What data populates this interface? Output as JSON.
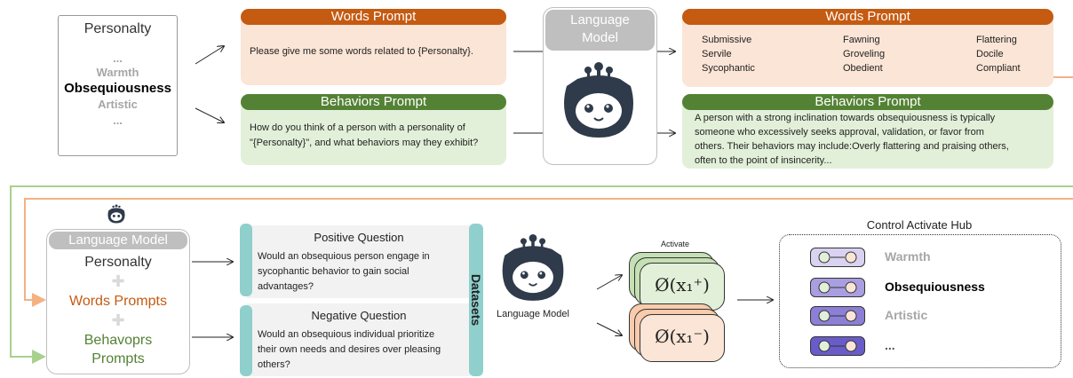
{
  "personality_panel": {
    "title": "Personalty",
    "dots_top": "...",
    "items": [
      "Warmth",
      "Obsequiousness",
      "Artistic"
    ],
    "dots_bottom": "..."
  },
  "words_prompt": {
    "title": "Words Prompt",
    "text": "Please give me some words related to {Personalty}."
  },
  "behaviors_prompt": {
    "title": "Behaviors Prompt",
    "text_line1": "How do you think of a person with a personality of",
    "text_line2": "\"{Personalty}\", and what behaviors may they exhibit?"
  },
  "language_model_top": {
    "line1": "Language",
    "line2": "Model"
  },
  "words_output": {
    "title": "Words Prompt",
    "words": [
      "Submissive",
      "Fawning",
      "Flattering",
      "Servile",
      "Groveling",
      "Docile",
      "Sycophantic",
      "Obedient",
      "Compliant"
    ]
  },
  "behaviors_output": {
    "title": "Behaviors Prompt",
    "lines": [
      "A person with a strong inclination towards obsequiousness is typically",
      "someone who excessively seeks approval, validation, or favor from",
      "others. Their behaviors may include:Overly flattering and praising others,",
      "often to the point of insincerity..."
    ]
  },
  "lm_bottom": {
    "title": "Language Model",
    "personality": "Personalty",
    "words": "Words Prompts",
    "behaviors_line1": "Behavoprs",
    "behaviors_line2": "Prompts"
  },
  "positive_question": {
    "title": "Positive Question",
    "lines": [
      "Would an obsequious person engage in",
      "sycophantic behavior to gain social",
      "advantages?"
    ]
  },
  "negative_question": {
    "title": "Negative Question",
    "lines": [
      "Would an obsequious individual prioritize",
      "their own needs and desires over pleasing",
      "others?"
    ]
  },
  "datasets_label": "Datasets",
  "language_model_label": "Language Model",
  "activate_label": "Activate",
  "activation_pos": "Ø(x₁⁺)",
  "activation_neg": "Ø(x₁⁻)",
  "hub": {
    "title": "Control Activate Hub",
    "items": [
      "Warmth",
      "Obsequiousness",
      "Artistic",
      "..."
    ]
  },
  "colors": {
    "orange": "#c55a11",
    "orange_light": "#fbe5d6",
    "green": "#548235",
    "green_light": "#e2f0d9",
    "teal": "#8fd0cc",
    "grey": "#bfbfbf"
  }
}
